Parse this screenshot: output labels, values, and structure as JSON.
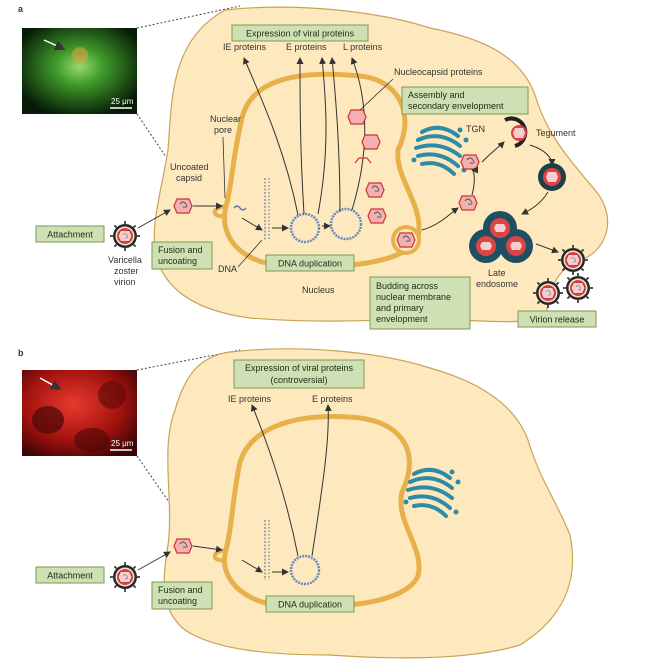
{
  "panel_a": {
    "letter": "a",
    "scale_bar": "25 μm",
    "boxes": {
      "expression": "Expression of viral proteins",
      "assembly": [
        "Assembly and",
        "secondary envelopment"
      ],
      "attachment": "Attachment",
      "fusion": [
        "Fusion and",
        "uncoating"
      ],
      "dna_dup": "DNA duplication",
      "budding": [
        "Budding across",
        "nuclear membrane",
        "and primary",
        "envelopment"
      ],
      "release": "Virion release"
    },
    "labels": {
      "ie": "IE proteins",
      "e": "E proteins",
      "l": "L proteins",
      "nucleocapsid": "Nucleocapsid proteins",
      "tgn": "TGN",
      "tegument": "Tegument",
      "nuclear_pore": [
        "Nuclear",
        "pore"
      ],
      "uncoated_capsid": [
        "Uncoated",
        "capsid"
      ],
      "dna": "DNA",
      "nucleus": "Nucleus",
      "late_endosome": [
        "Late",
        "endosome"
      ],
      "virion": [
        "Varicella",
        "zoster",
        "virion"
      ]
    }
  },
  "panel_b": {
    "letter": "b",
    "scale_bar": "25 μm",
    "boxes": {
      "expression": [
        "Expression of viral proteins",
        "(controversial)"
      ],
      "attachment": "Attachment",
      "fusion": [
        "Fusion and",
        "uncoating"
      ],
      "dna_dup": "DNA duplication"
    },
    "labels": {
      "ie": "IE proteins",
      "e": "E proteins"
    }
  },
  "colors": {
    "cell_fill": "#fde9bd",
    "cell_stroke": "#c9a35a",
    "membrane": "#e8b04a",
    "box_fill": "#cfe0b4",
    "box_stroke": "#7a9a52",
    "capsid": "#e25a5a",
    "golgi": "#2f8aa8"
  }
}
